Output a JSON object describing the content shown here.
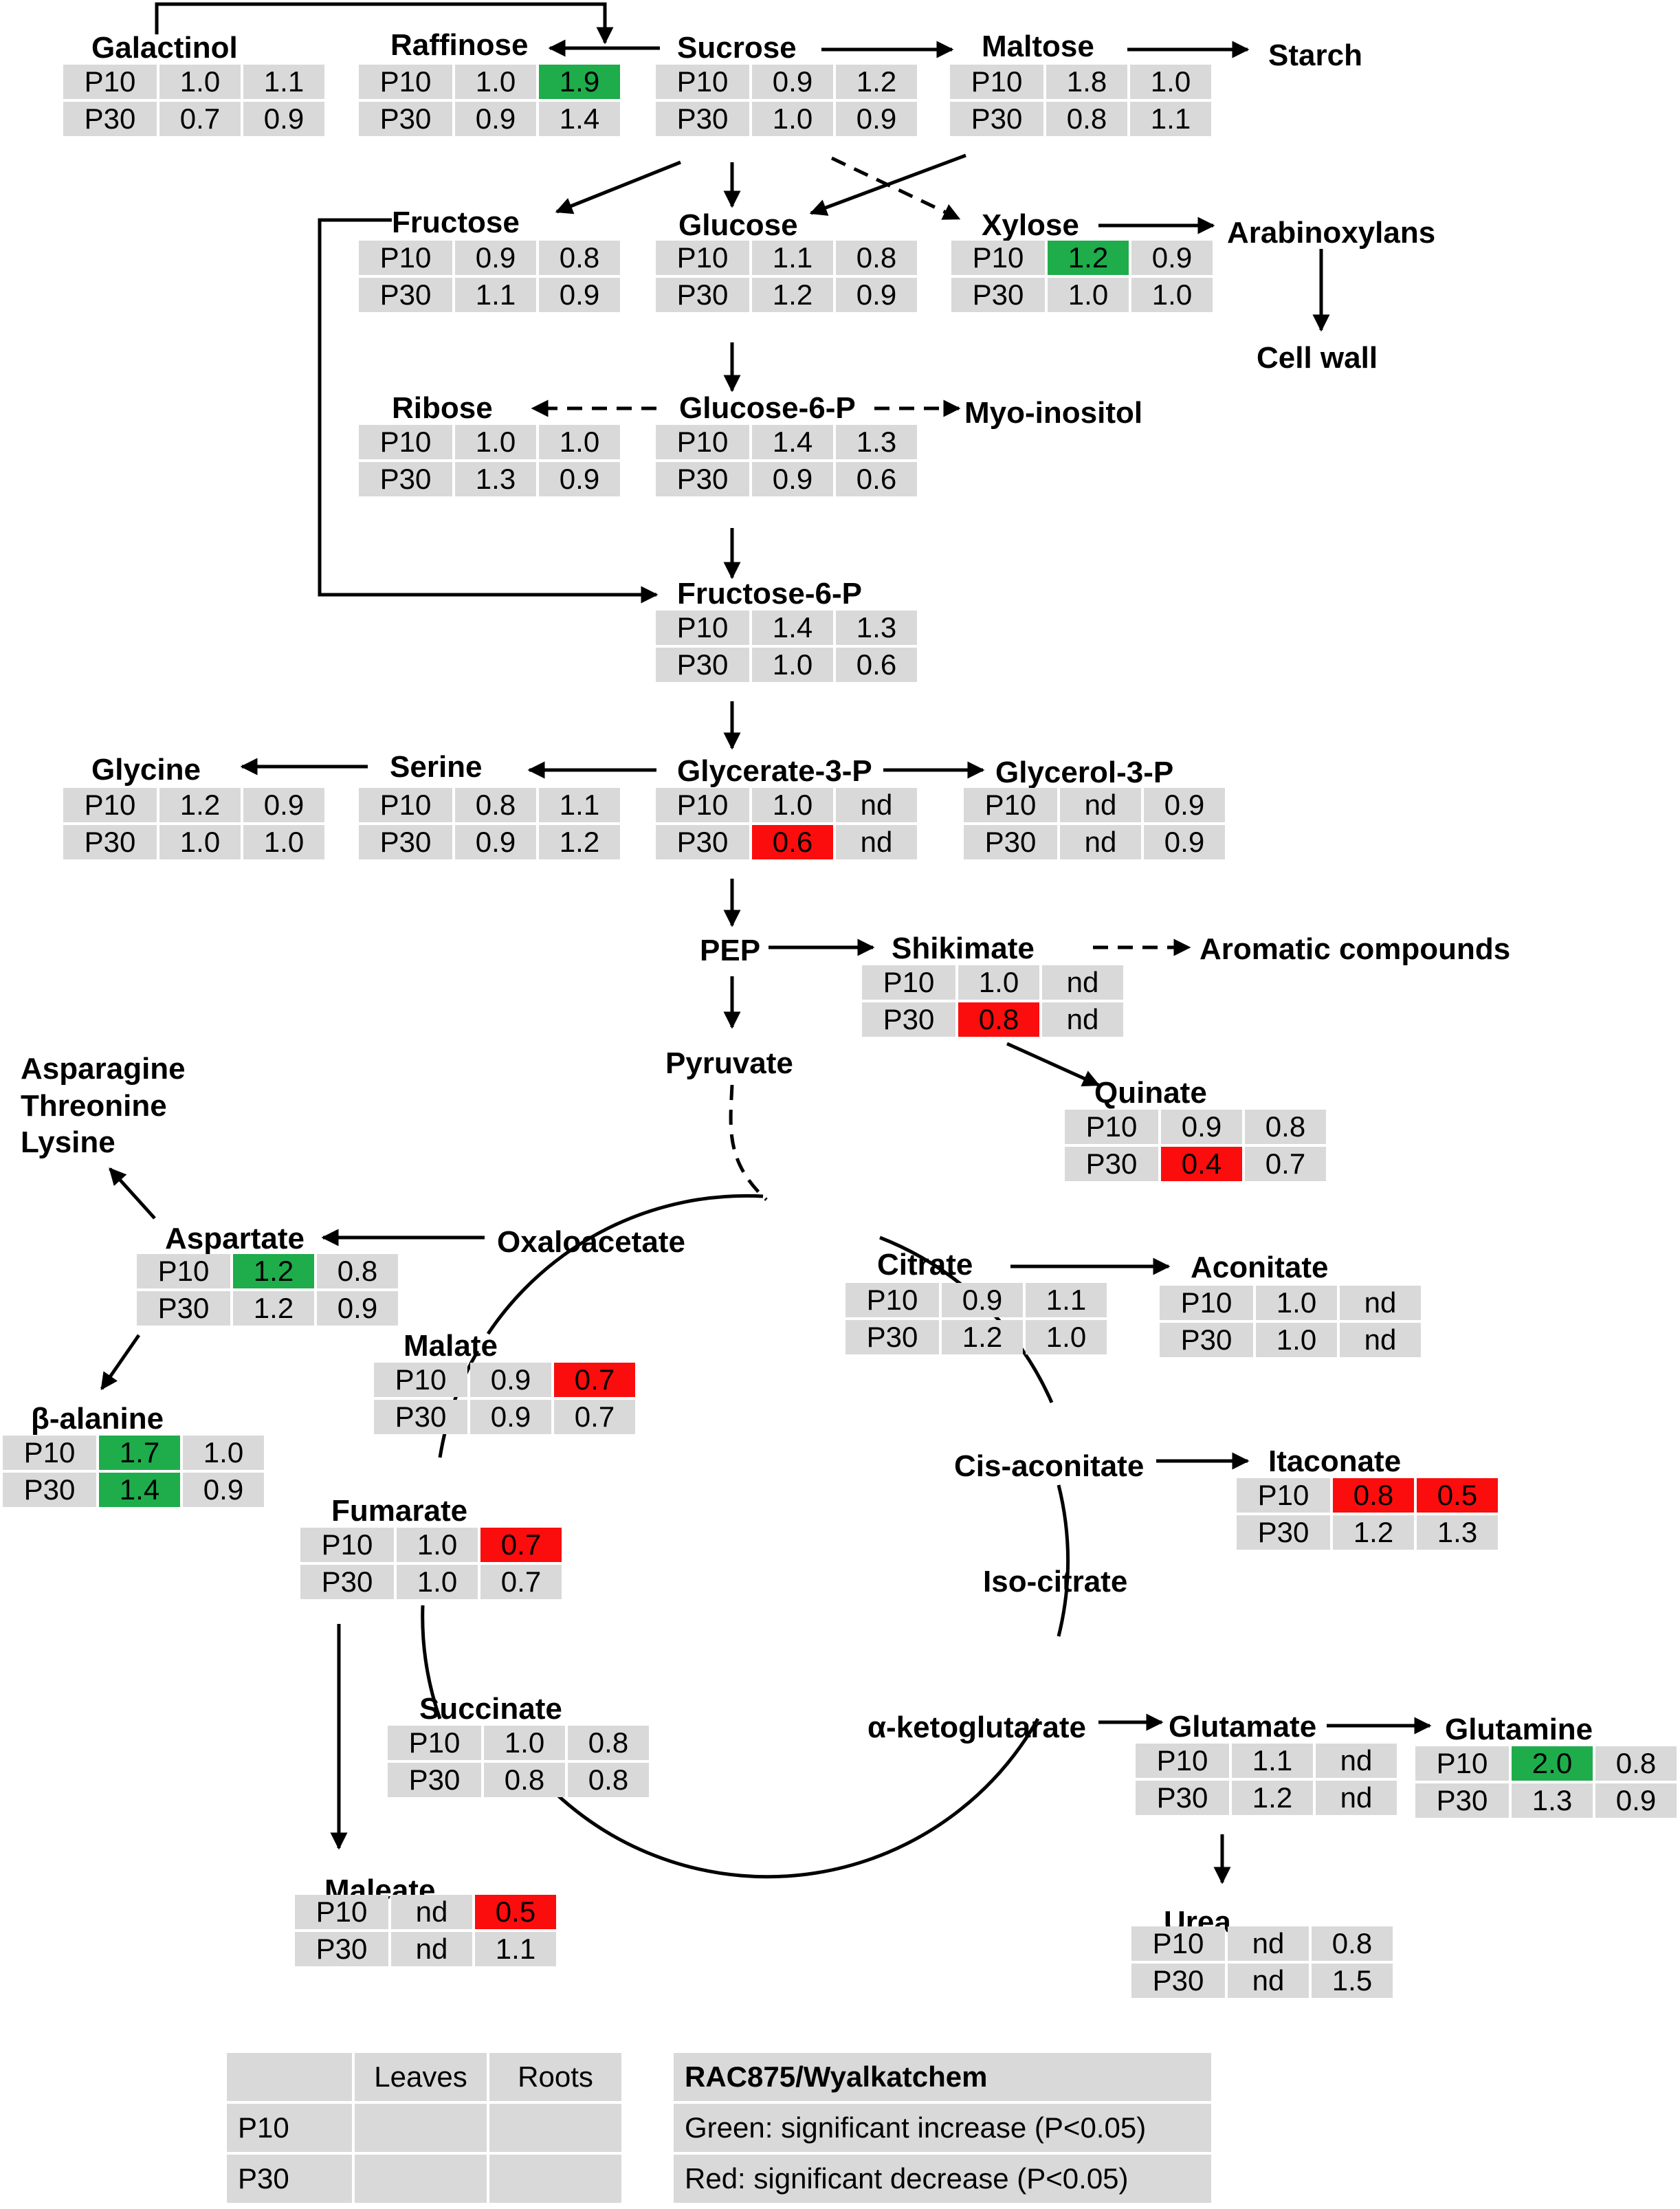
{
  "row_labels": [
    "P10",
    "P30"
  ],
  "metabolites": [
    {
      "id": "galactinol",
      "name": "Galactinol",
      "values": [
        [
          "1.0",
          "1.1"
        ],
        [
          "0.7",
          "0.9"
        ]
      ],
      "status": [
        [
          "",
          ""
        ],
        [
          "",
          ""
        ]
      ]
    },
    {
      "id": "raffinose",
      "name": "Raffinose",
      "values": [
        [
          "1.0",
          "1.9"
        ],
        [
          "0.9",
          "1.4"
        ]
      ],
      "status": [
        [
          "",
          "up"
        ],
        [
          "",
          ""
        ]
      ]
    },
    {
      "id": "sucrose",
      "name": "Sucrose",
      "values": [
        [
          "0.9",
          "1.2"
        ],
        [
          "1.0",
          "0.9"
        ]
      ],
      "status": [
        [
          "",
          ""
        ],
        [
          "",
          ""
        ]
      ]
    },
    {
      "id": "maltose",
      "name": "Maltose",
      "values": [
        [
          "1.8",
          "1.0"
        ],
        [
          "0.8",
          "1.1"
        ]
      ],
      "status": [
        [
          "",
          ""
        ],
        [
          "",
          ""
        ]
      ]
    },
    {
      "id": "fructose",
      "name": "Fructose",
      "values": [
        [
          "0.9",
          "0.8"
        ],
        [
          "1.1",
          "0.9"
        ]
      ],
      "status": [
        [
          "",
          ""
        ],
        [
          "",
          ""
        ]
      ]
    },
    {
      "id": "glucose",
      "name": "Glucose",
      "values": [
        [
          "1.1",
          "0.8"
        ],
        [
          "1.2",
          "0.9"
        ]
      ],
      "status": [
        [
          "",
          ""
        ],
        [
          "",
          ""
        ]
      ]
    },
    {
      "id": "xylose",
      "name": "Xylose",
      "values": [
        [
          "1.2",
          "0.9"
        ],
        [
          "1.0",
          "1.0"
        ]
      ],
      "status": [
        [
          "up",
          ""
        ],
        [
          "",
          ""
        ]
      ]
    },
    {
      "id": "ribose",
      "name": "Ribose",
      "values": [
        [
          "1.0",
          "1.0"
        ],
        [
          "1.3",
          "0.9"
        ]
      ],
      "status": [
        [
          "",
          ""
        ],
        [
          "",
          ""
        ]
      ]
    },
    {
      "id": "glucose6p",
      "name": "Glucose-6-P",
      "values": [
        [
          "1.4",
          "1.3"
        ],
        [
          "0.9",
          "0.6"
        ]
      ],
      "status": [
        [
          "",
          ""
        ],
        [
          "",
          ""
        ]
      ]
    },
    {
      "id": "fructose6p",
      "name": "Fructose-6-P",
      "values": [
        [
          "1.4",
          "1.3"
        ],
        [
          "1.0",
          "0.6"
        ]
      ],
      "status": [
        [
          "",
          ""
        ],
        [
          "",
          ""
        ]
      ]
    },
    {
      "id": "glycine",
      "name": "Glycine",
      "values": [
        [
          "1.2",
          "0.9"
        ],
        [
          "1.0",
          "1.0"
        ]
      ],
      "status": [
        [
          "",
          ""
        ],
        [
          "",
          ""
        ]
      ]
    },
    {
      "id": "serine",
      "name": "Serine",
      "values": [
        [
          "0.8",
          "1.1"
        ],
        [
          "0.9",
          "1.2"
        ]
      ],
      "status": [
        [
          "",
          ""
        ],
        [
          "",
          ""
        ]
      ]
    },
    {
      "id": "glycerate3p",
      "name": "Glycerate-3-P",
      "values": [
        [
          "1.0",
          "nd"
        ],
        [
          "0.6",
          "nd"
        ]
      ],
      "status": [
        [
          "",
          ""
        ],
        [
          "down",
          ""
        ]
      ]
    },
    {
      "id": "glycerol3p",
      "name": "Glycerol-3-P",
      "values": [
        [
          "nd",
          "0.9"
        ],
        [
          "nd",
          "0.9"
        ]
      ],
      "status": [
        [
          "",
          ""
        ],
        [
          "",
          ""
        ]
      ]
    },
    {
      "id": "shikimate",
      "name": "Shikimate",
      "values": [
        [
          "1.0",
          "nd"
        ],
        [
          "0.8",
          "nd"
        ]
      ],
      "status": [
        [
          "",
          ""
        ],
        [
          "down",
          ""
        ]
      ]
    },
    {
      "id": "quinate",
      "name": "Quinate",
      "values": [
        [
          "0.9",
          "0.8"
        ],
        [
          "0.4",
          "0.7"
        ]
      ],
      "status": [
        [
          "",
          ""
        ],
        [
          "down",
          ""
        ]
      ]
    },
    {
      "id": "aspartate",
      "name": "Aspartate",
      "values": [
        [
          "1.2",
          "0.8"
        ],
        [
          "1.2",
          "0.9"
        ]
      ],
      "status": [
        [
          "up",
          ""
        ],
        [
          "",
          ""
        ]
      ]
    },
    {
      "id": "betaalanine",
      "name": "β-alanine",
      "values": [
        [
          "1.7",
          "1.0"
        ],
        [
          "1.4",
          "0.9"
        ]
      ],
      "status": [
        [
          "up",
          ""
        ],
        [
          "up",
          ""
        ]
      ]
    },
    {
      "id": "malate",
      "name": "Malate",
      "values": [
        [
          "0.9",
          "0.7"
        ],
        [
          "0.9",
          "0.7"
        ]
      ],
      "status": [
        [
          "",
          "down"
        ],
        [
          "",
          ""
        ]
      ]
    },
    {
      "id": "citrate",
      "name": "Citrate",
      "values": [
        [
          "0.9",
          "1.1"
        ],
        [
          "1.2",
          "1.0"
        ]
      ],
      "status": [
        [
          "",
          ""
        ],
        [
          "",
          ""
        ]
      ]
    },
    {
      "id": "aconitate",
      "name": "Aconitate",
      "values": [
        [
          "1.0",
          "nd"
        ],
        [
          "1.0",
          "nd"
        ]
      ],
      "status": [
        [
          "",
          ""
        ],
        [
          "",
          ""
        ]
      ]
    },
    {
      "id": "itaconate",
      "name": "Itaconate",
      "values": [
        [
          "0.8",
          "0.5"
        ],
        [
          "1.2",
          "1.3"
        ]
      ],
      "status": [
        [
          "down",
          "down"
        ],
        [
          "",
          ""
        ]
      ]
    },
    {
      "id": "fumarate",
      "name": "Fumarate",
      "values": [
        [
          "1.0",
          "0.7"
        ],
        [
          "1.0",
          "0.7"
        ]
      ],
      "status": [
        [
          "",
          "down"
        ],
        [
          "",
          ""
        ]
      ]
    },
    {
      "id": "succinate",
      "name": "Succinate",
      "values": [
        [
          "1.0",
          "0.8"
        ],
        [
          "0.8",
          "0.8"
        ]
      ],
      "status": [
        [
          "",
          ""
        ],
        [
          "",
          ""
        ]
      ]
    },
    {
      "id": "glutamate",
      "name": "Glutamate",
      "values": [
        [
          "1.1",
          "nd"
        ],
        [
          "1.2",
          "nd"
        ]
      ],
      "status": [
        [
          "",
          ""
        ],
        [
          "",
          ""
        ]
      ]
    },
    {
      "id": "glutamine",
      "name": "Glutamine",
      "values": [
        [
          "2.0",
          "0.8"
        ],
        [
          "1.3",
          "0.9"
        ]
      ],
      "status": [
        [
          "up",
          ""
        ],
        [
          "",
          ""
        ]
      ]
    },
    {
      "id": "maleate",
      "name": "Maleate",
      "values": [
        [
          "nd",
          "0.5"
        ],
        [
          "nd",
          "1.1"
        ]
      ],
      "status": [
        [
          "",
          "down"
        ],
        [
          "",
          ""
        ]
      ]
    },
    {
      "id": "urea",
      "name": "Urea",
      "values": [
        [
          "nd",
          "0.8"
        ],
        [
          "nd",
          "1.5"
        ]
      ],
      "status": [
        [
          "",
          ""
        ],
        [
          "",
          ""
        ]
      ]
    }
  ],
  "labels": {
    "starch": "Starch",
    "arabinoxylans": "Arabinoxylans",
    "cellwall": "Cell wall",
    "myoinositol": "Myo-inositol",
    "pep": "PEP",
    "pyruvate": "Pyruvate",
    "aromatic": "Aromatic compounds",
    "aspthrlys": "Asparagine\nThreonine\nLysine",
    "oxaloacetate": "Oxaloacetate",
    "cisaconitate": "Cis-aconitate",
    "isocitrate": "Iso-citrate",
    "aketoglutarate": "α-ketoglutarate"
  },
  "legend": {
    "col_headers": [
      "Leaves",
      "Roots"
    ],
    "row_labels": [
      "P10",
      "P30"
    ],
    "title": "RAC875/Wyalkatchem",
    "green_text": "Green: significant increase (P<0.05)",
    "red_text": "Red: significant decrease (P<0.05)"
  },
  "colors": {
    "increase": "#1fac4b",
    "decrease": "#fb0d0d",
    "cell": "#d9d9d9"
  }
}
